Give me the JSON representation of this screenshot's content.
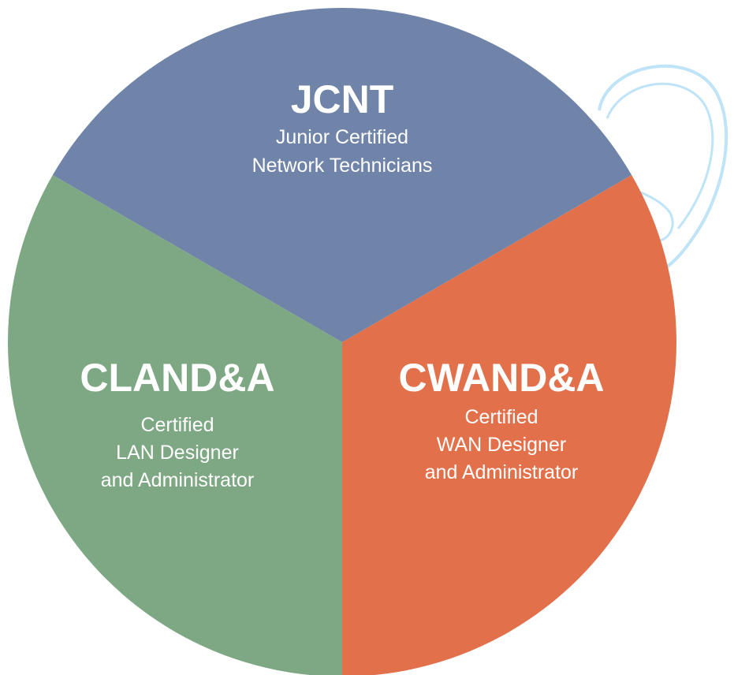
{
  "diagram": {
    "segments": [
      {
        "id": "jcnt",
        "acronym": "JCNT",
        "lines": [
          "Junior Certified",
          "Network Technicians"
        ],
        "color": "#6f84a8"
      },
      {
        "id": "cland",
        "acronym": "CLAND&A",
        "lines": [
          "Certified",
          "LAN Designer",
          "and Administrator"
        ],
        "color": "#7ea883"
      },
      {
        "id": "cwand",
        "acronym": "CWAND&A",
        "lines": [
          "Certified",
          "WAN Designer",
          "and Administrator"
        ],
        "color": "#e2714b"
      }
    ],
    "decoration": {
      "swirl_color": "#bfe3f7"
    }
  }
}
